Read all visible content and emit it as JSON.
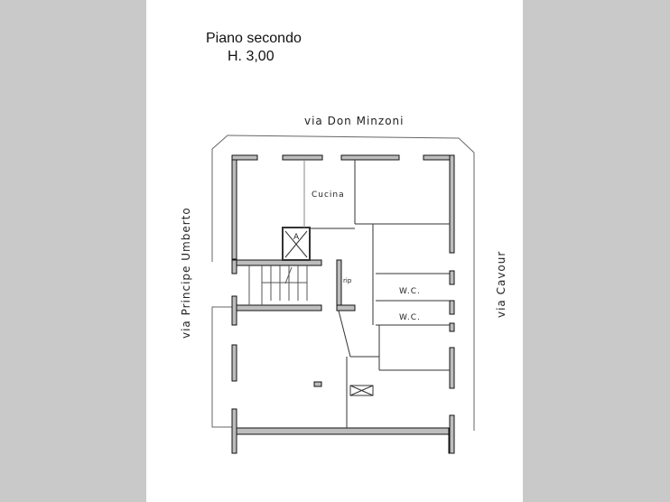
{
  "header": {
    "floor": "Piano secondo",
    "height": "H. 3,00"
  },
  "streets": {
    "top": "via Don Minzoni",
    "left": "via Principe Umberto",
    "right": "via Cavour"
  },
  "rooms": {
    "kitchen": "Cucina",
    "elevator": "A",
    "storage": "rip",
    "wc1": "W.C.",
    "wc2": "W.C."
  }
}
